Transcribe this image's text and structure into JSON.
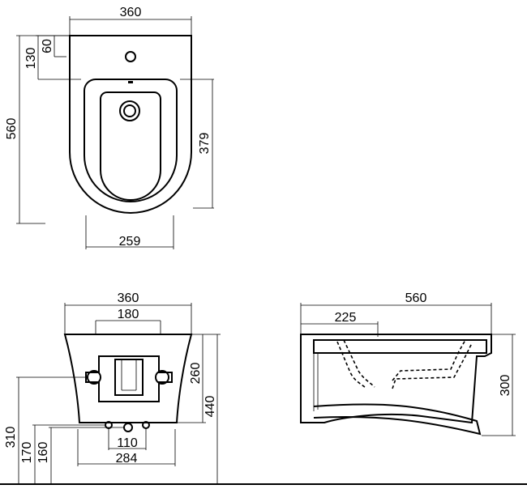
{
  "top_view": {
    "width": "360",
    "tap_hole_offset": "60",
    "rim_offset": "130",
    "depth": "560",
    "bowl_depth": "379",
    "bowl_width": "259"
  },
  "front_view": {
    "width": "360",
    "bracket_spacing": "180",
    "bracket_height": "260",
    "total_height": "440",
    "outlet_height_a": "310",
    "outlet_height_b": "170",
    "outlet_height_c": "160",
    "inlet_spacing": "110",
    "base_width": "284"
  },
  "side_view": {
    "depth": "560",
    "inlet_offset": "225",
    "height": "300"
  }
}
